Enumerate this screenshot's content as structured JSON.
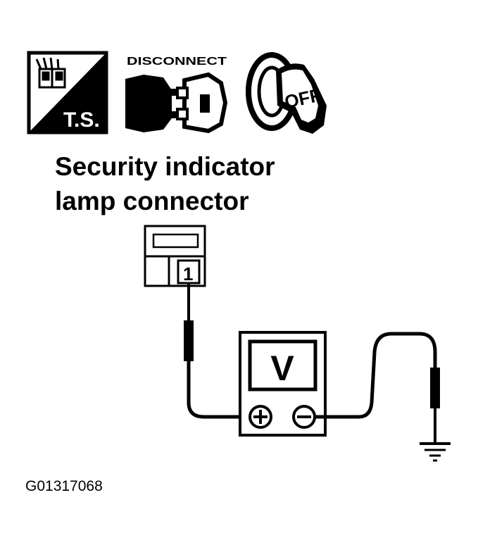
{
  "icons": {
    "ts_label": "T.S.",
    "disconnect_label": "DISCONNECT",
    "ignition_label": "OFF"
  },
  "title": {
    "line1": "Security indicator",
    "line2": "lamp connector"
  },
  "connector": {
    "terminal": "1"
  },
  "meter": {
    "symbol": "V",
    "positive": "+",
    "negative": "−"
  },
  "reference_code": "G01317068",
  "colors": {
    "ink": "#000000",
    "paper": "#ffffff"
  }
}
